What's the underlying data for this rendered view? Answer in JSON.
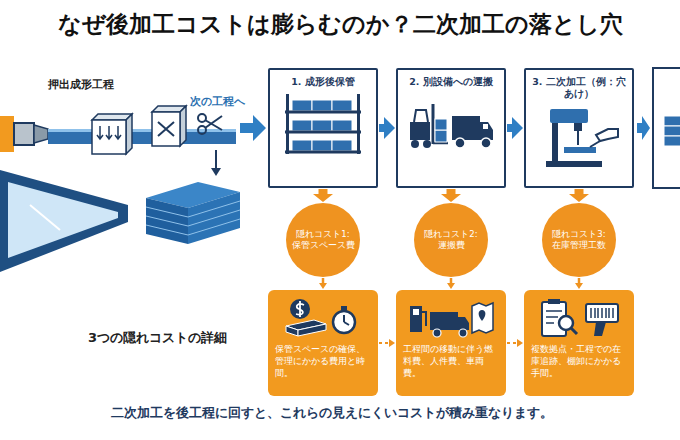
{
  "diagram": {
    "title": "なぜ後加工コストは膨らむのか？二次加工の落とし穴",
    "caption": "二次加工を後工程に回すと、これらの見えにくいコストが積み重なります。",
    "nodes": [
      {
        "text": [
          "1. 成形後保管"
        ]
      },
      {
        "text": [
          "2. 別設備への運搬"
        ]
      },
      {
        "text": [
          "3. 二次加工（例：穴あけ）"
        ]
      },
      {
        "text": [
          "隠れコスト1:",
          "保管スペース費"
        ]
      },
      {
        "text": [
          "隠れコスト2:",
          "運搬費"
        ]
      },
      {
        "text": [
          "隠れコスト3:",
          "在庫管理工数"
        ]
      },
      {
        "text": [
          "保管スペースの確保、管理にかかる費用と時間。"
        ]
      },
      {
        "text": [
          "工程間の移動に伴う燃料費、人件費、車両費。"
        ]
      },
      {
        "text": [
          "複数拠点・工程での在庫追跡、棚卸にかかる手間。"
        ]
      }
    ],
    "edges": [
      {
        "from": 0,
        "to": 1,
        "arrow": "to"
      },
      {
        "from": 1,
        "to": 2,
        "arrow": "to"
      },
      {
        "from": 0,
        "to": 3,
        "arrow": "to"
      },
      {
        "from": 1,
        "to": 4,
        "arrow": "to"
      },
      {
        "from": 2,
        "to": 5,
        "arrow": "to"
      },
      {
        "from": 3,
        "to": 6,
        "arrow": "to"
      },
      {
        "from": 4,
        "to": 7,
        "arrow": "to"
      },
      {
        "from": 5,
        "to": 8,
        "arrow": "to"
      },
      {
        "from": 6,
        "to": 7,
        "arrow": "to"
      },
      {
        "from": 7,
        "to": 8,
        "arrow": "to"
      }
    ],
    "labels": [
      "押出成形工程",
      "次の工程へ",
      "3つの隠れコストの詳細"
    ]
  }
}
